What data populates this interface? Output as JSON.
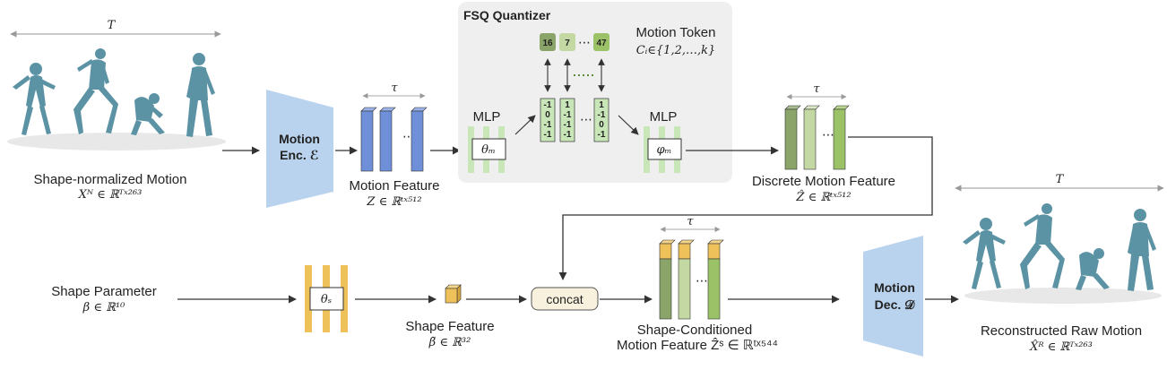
{
  "left_motion": {
    "time_label": "T",
    "caption": "Shape-normalized Motion",
    "formula": "Xᴺ ∈ ℝᵀˣ²⁶³"
  },
  "encoder": {
    "line1": "Motion",
    "line2": "Enc. ℰ"
  },
  "motion_feature": {
    "tau": "τ",
    "caption": "Motion Feature",
    "formula": "Z ∈ ℝᵗˣ⁵¹²"
  },
  "fsq": {
    "title": "FSQ Quantizer",
    "mlp_in_label": "MLP",
    "mlp_in_symbol": "θₘ",
    "mlp_out_label": "MLP",
    "mlp_out_symbol": "φₘ",
    "token_title": "Motion Token",
    "token_formula": "Cᵢ∈{1,2,…,k}",
    "tokens": [
      "16",
      "7",
      "47"
    ],
    "code_columns": [
      [
        "-1",
        "0",
        "-1",
        "-1"
      ],
      [
        "1",
        "-1",
        "-1",
        "-1"
      ],
      [
        "1",
        "-1",
        "0",
        "-1"
      ]
    ]
  },
  "discrete_feature": {
    "tau": "τ",
    "caption": "Discrete Motion Feature",
    "formula": "Ẑ ∈ ℝᵗˣ⁵¹²"
  },
  "shape_param": {
    "caption": "Shape Parameter",
    "formula": "β ∈ ℝ¹⁰",
    "mlp_symbol": "θₛ"
  },
  "shape_feature": {
    "caption": "Shape Feature",
    "formula": "β̃ ∈ ℝ³²"
  },
  "concat": {
    "label": "concat"
  },
  "shape_conditioned": {
    "tau": "τ",
    "caption1": "Shape-Conditioned",
    "caption2": "Motion Feature Ẑˢ ∈ ℝᵗˣ⁵⁴⁴"
  },
  "decoder": {
    "line1": "Motion",
    "line2": "Dec. 𝒟"
  },
  "right_motion": {
    "time_label": "T",
    "caption": "Reconstructed Raw Motion",
    "formula": "X̂ᴿ ∈ ℝᵀˣ²⁶³"
  },
  "colors": {
    "encoder_blue": "#b9d3ee",
    "feature_blue": "#6f8fd8",
    "green_dark": "#8aa46a",
    "green_mid": "#c4d8a4",
    "green_light": "#9cc267",
    "yellow": "#eec15a",
    "mlp_green": "#c8e6b8",
    "fsq_bg": "#efefef"
  }
}
